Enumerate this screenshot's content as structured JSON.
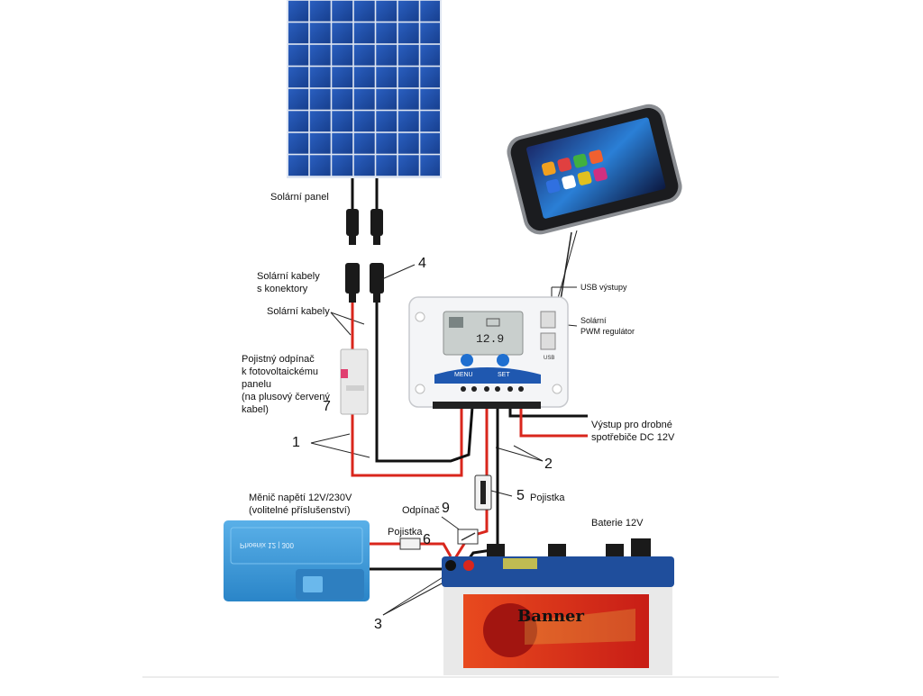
{
  "labels": {
    "solar_panel": "Solární panel",
    "solar_cables_connectors_1": "Solární kabely",
    "solar_cables_connectors_2": "s konektory",
    "solar_cables": "Solární kabely",
    "fuse_disconnector_1": "Pojistný odpínač",
    "fuse_disconnector_2": "k fotovoltaickému",
    "fuse_disconnector_3": "panelu",
    "fuse_disconnector_4": "(na plusový červený",
    "fuse_disconnector_5": "kabel)",
    "usb_outputs": "USB výstupy",
    "regulator_1": "Solární",
    "regulator_2": "PWM regulátor",
    "output_1": "Výstup pro drobné",
    "output_2": "spotřebiče DC 12V",
    "inverter_1": "Měnič napětí 12V/230V",
    "inverter_2": "(volitelné příslušenství)",
    "disconnector": "Odpínač",
    "fuse_small": "Pojistka",
    "fuse_5": "Pojistka",
    "battery": "Baterie 12V"
  },
  "numbers": {
    "n1": "1",
    "n2": "2",
    "n3": "3",
    "n4": "4",
    "n5": "5",
    "n6": "6",
    "n7": "7",
    "n9": "9"
  },
  "device_text": {
    "lcd_reading": "12.9",
    "menu_button": "MENU",
    "set_button": "SET",
    "usb_port": "USB",
    "battery_brand": "Banner",
    "inverter_brand": "Phoenix 12 | 300"
  },
  "colors": {
    "panel_blue": "#1f4fa8",
    "wire_red": "#d9261c",
    "wire_black": "#111111",
    "battery_blue": "#1f4e9c",
    "battery_red": "#d0281e",
    "inverter_blue": "#3a9ad9"
  }
}
